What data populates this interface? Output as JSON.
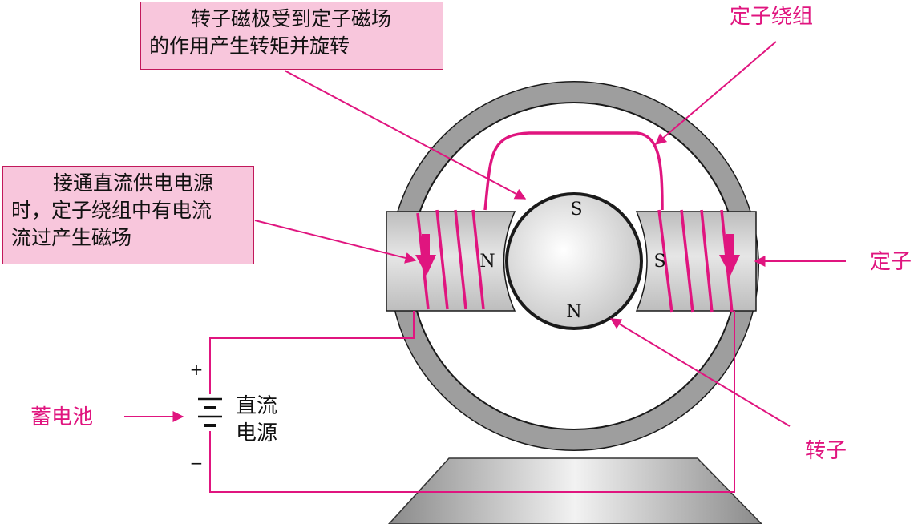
{
  "callouts": {
    "rotor_torque": [
      "转子磁极受到定子磁场",
      "的作用产生转矩并旋转"
    ],
    "dc_power": [
      "接通直流供电电源",
      "时，定子绕组中有电流",
      "流过产生磁场"
    ]
  },
  "labels": {
    "stator_winding": "定子绕组",
    "stator": "定子",
    "rotor": "转子",
    "battery": "蓄电池",
    "dc_source_line1": "直流",
    "dc_source_line2": "电源",
    "plus": "+",
    "minus": "−"
  },
  "poles": {
    "rotor_top": "S",
    "rotor_bottom": "N",
    "stator_left": "N",
    "stator_right": "S"
  },
  "colors": {
    "accent": "#e0157f",
    "callout_fill": "#f8c6dc",
    "ring": "#9e9e9e",
    "stator_core": "#cfcfcf",
    "rotor": "#e0e0e0"
  }
}
